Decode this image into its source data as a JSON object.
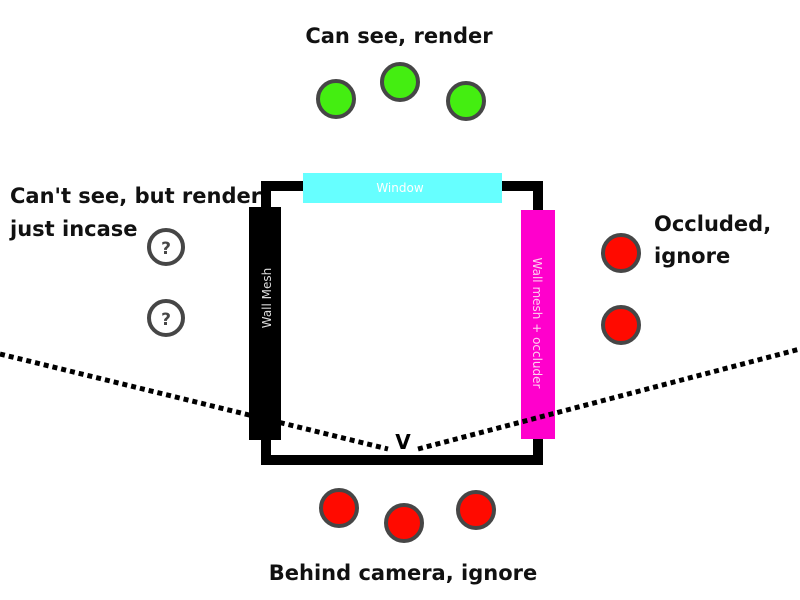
{
  "labels": {
    "can_see": "Can see, render",
    "cant_see_line1": "Can't see, but render",
    "cant_see_line2": "just incase",
    "occluded_line1": "Occluded,",
    "occluded_line2": "ignore",
    "behind_camera": "Behind camera, ignore",
    "window": "Window",
    "wall_mesh": "Wall Mesh",
    "wall_occluder": "Wall mesh + occluder",
    "viewer": "V",
    "question_mark": "?"
  },
  "colors": {
    "visible": "#44ee11",
    "hidden": "#ff0a00",
    "circle_outline": "#464646",
    "window": "#66ffff",
    "occluder": "#ff00cc",
    "wall": "#000000",
    "wall_text": "#dddddd",
    "occluder_text": "#ffd0f0",
    "window_text": "#ffffff"
  },
  "groups": {
    "can_see": {
      "status": "render",
      "count": 3
    },
    "cant_see": {
      "status": "render-just-in-case",
      "count": 2
    },
    "occluded": {
      "status": "ignore",
      "count": 2
    },
    "behind_camera": {
      "status": "ignore",
      "count": 3
    }
  }
}
